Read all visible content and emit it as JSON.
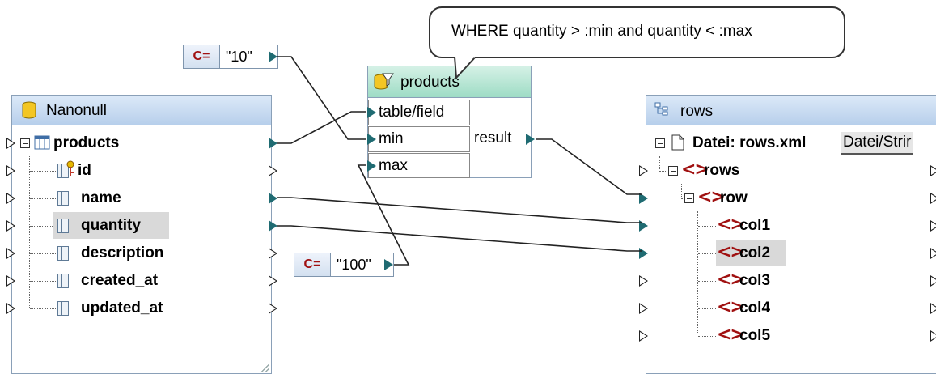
{
  "tooltip": {
    "text": "WHERE quantity > :min and quantity < :max"
  },
  "constants": [
    {
      "label": "C=",
      "value": "\"10\""
    },
    {
      "label": "C=",
      "value": "\"100\""
    }
  ],
  "sql_component": {
    "title": "products",
    "inputs": [
      "table/field",
      "min",
      "max"
    ],
    "output": "result"
  },
  "source": {
    "title": "Nanonull",
    "table": "products",
    "fields": [
      "id",
      "name",
      "quantity",
      "description",
      "created_at",
      "updated_at"
    ]
  },
  "target": {
    "title": "rows",
    "file_label": "Datei: rows.xml",
    "file_button": "Datei/Strir",
    "root": "rows",
    "row": "row",
    "cols": [
      "col1",
      "col2",
      "col3",
      "col4",
      "col5"
    ]
  },
  "colors": {
    "connector": "#1f6b72",
    "tag": "#a01010",
    "header_blue": "#b7cfeb",
    "header_green": "#9edcc5"
  }
}
